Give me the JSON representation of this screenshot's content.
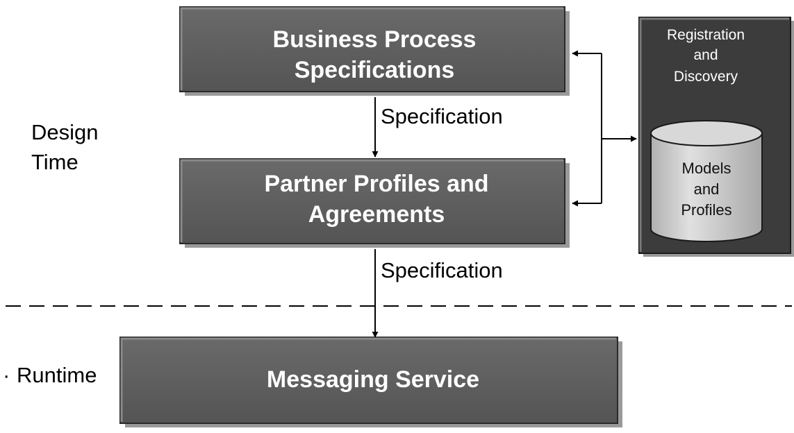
{
  "colors": {
    "box_fill": "#5b5b5b",
    "box_edge_light": "#8a8a8a",
    "box_edge_dark": "#2a2a2a",
    "shadow": "#9a9a9a",
    "registry_fill": "#3c3c3c",
    "cylinder_fill": "#c8c8c8",
    "text_on_box": "#ffffff",
    "text": "#000000"
  },
  "boxes": {
    "business_process": {
      "line1": "Business Process",
      "line2": "Specifications"
    },
    "partner_profiles": {
      "line1": "Partner Profiles and",
      "line2": "Agreements"
    },
    "messaging_service": {
      "label": "Messaging Service"
    }
  },
  "registry": {
    "line1": "Registration",
    "line2": "and",
    "line3": "Discovery",
    "store": {
      "line1": "Models",
      "line2": "and",
      "line3": "Profiles"
    }
  },
  "flow_labels": {
    "first": "Specification",
    "second": "Specification"
  },
  "zones": {
    "design_time": {
      "line1": "Design",
      "line2": "Time"
    },
    "runtime": "Runtime",
    "runtime_bullet": "·"
  }
}
